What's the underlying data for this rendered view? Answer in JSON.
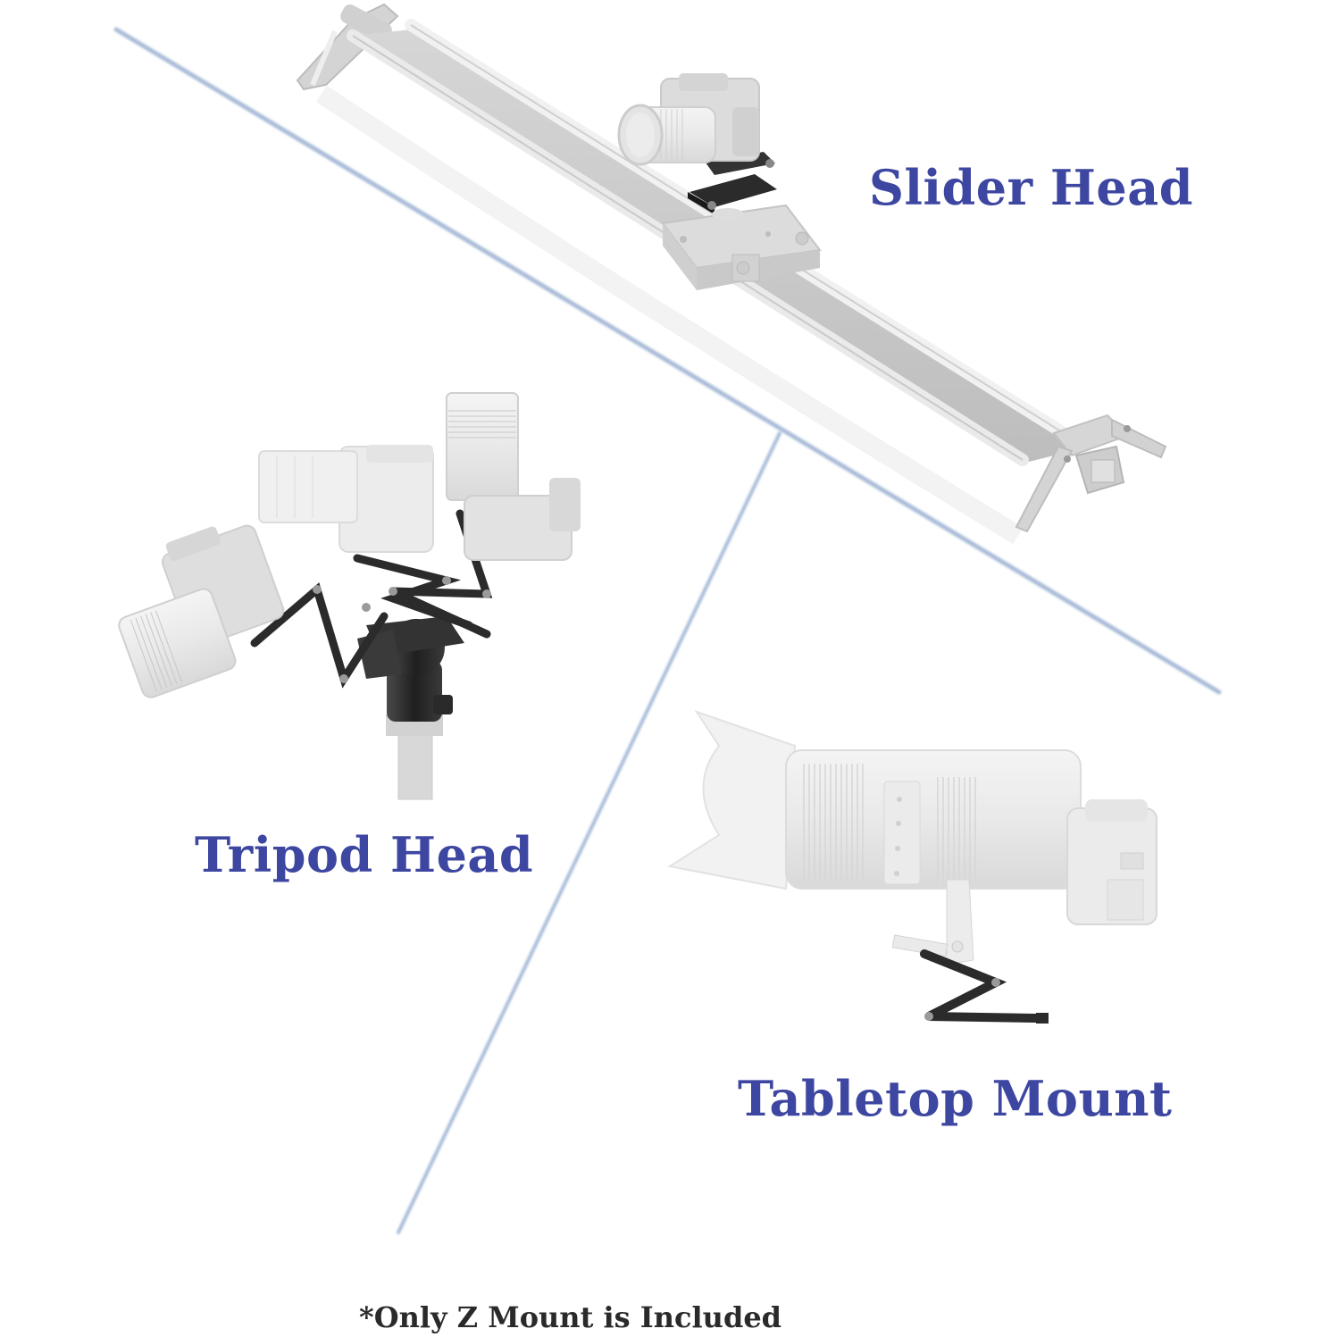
{
  "labels": {
    "slider_head": "Slider Head",
    "tripod_head": "Tripod Head",
    "tabletop_mount": "Tabletop Mount"
  },
  "footnote": "*Only Z Mount is Included",
  "colors": {
    "label_color": "#3d46a0",
    "footnote_color": "#2a2a2a",
    "divider_color": "#a9bcd8",
    "mount_black": "#2b2b2b",
    "product_gray": "#e6e6e6"
  },
  "illustrations": [
    {
      "name": "camera-slider-with-z-mount",
      "section": "slider_head"
    },
    {
      "name": "tripod-ballhead-with-z-mount-rotations",
      "section": "tripod_head"
    },
    {
      "name": "telephoto-camera-on-z-mount",
      "section": "tabletop_mount"
    }
  ]
}
